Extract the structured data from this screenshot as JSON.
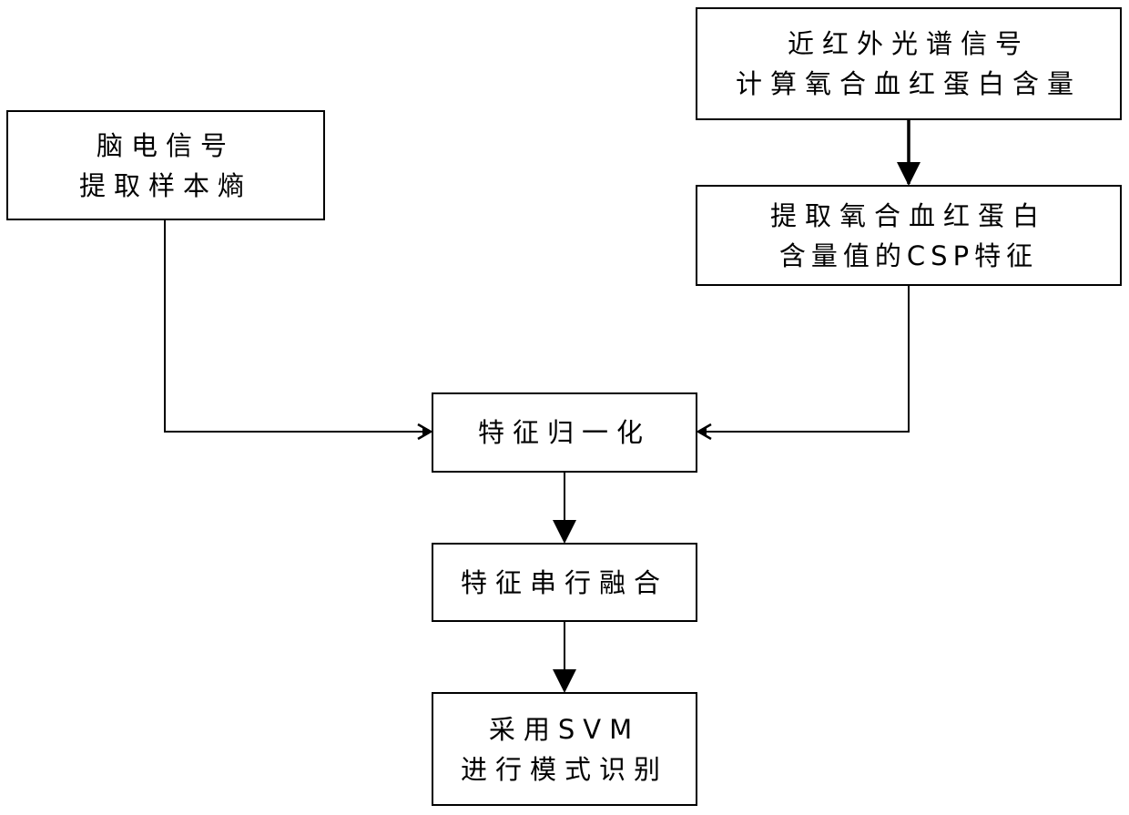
{
  "nodes": {
    "eeg": {
      "line1": "脑电信号",
      "line2": "提取样本熵"
    },
    "nirs": {
      "line1": "近红外光谱信号",
      "line2": "计算氧合血红蛋白含量"
    },
    "csp": {
      "line1": "提取氧合血红蛋白",
      "line2": "含量值的CSP特征"
    },
    "normalize": {
      "line1": "特征归一化"
    },
    "fusion": {
      "line1": "特征串行融合"
    },
    "svm": {
      "line1": "采用SVM",
      "line2": "进行模式识别"
    }
  },
  "edges": [
    {
      "from": "nirs",
      "to": "csp"
    },
    {
      "from": "eeg",
      "to": "normalize"
    },
    {
      "from": "csp",
      "to": "normalize"
    },
    {
      "from": "normalize",
      "to": "fusion"
    },
    {
      "from": "fusion",
      "to": "svm"
    }
  ],
  "colors": {
    "stroke": "#000000",
    "background": "#ffffff"
  }
}
